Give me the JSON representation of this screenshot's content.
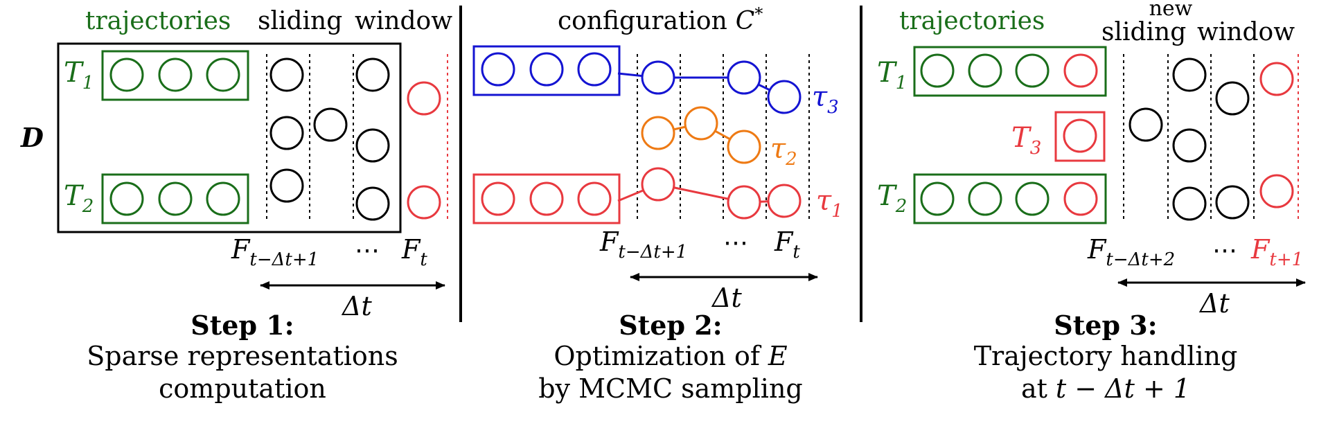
{
  "panel1": {
    "header_left": "trajectories",
    "header_mid": "sliding",
    "header_right": "window",
    "dict_label": "D",
    "t1": "T",
    "t1_sub": "1",
    "t2": "T",
    "t2_sub": "2",
    "frame_start": "F",
    "frame_start_sub": "t−Δt+1",
    "ellipsis": "⋯",
    "frame_end": "F",
    "frame_end_sub": "t",
    "delta": "Δt",
    "step_title": "Step 1:",
    "step_line1": "Sparse representations",
    "step_line2": "computation"
  },
  "panel2": {
    "header": "configuration",
    "header_symbol": "C",
    "header_symbol_sup": "*",
    "tau3": "τ",
    "tau3_sub": "3",
    "tau2": "τ",
    "tau2_sub": "2",
    "tau1": "τ",
    "tau1_sub": "1",
    "frame_start": "F",
    "frame_start_sub": "t−Δt+1",
    "ellipsis": "⋯",
    "frame_end": "F",
    "frame_end_sub": "t",
    "delta": "Δt",
    "step_title": "Step 2:",
    "step_line1": "Optimization of",
    "step_line1_symbol": "E",
    "step_line2": "by MCMC sampling"
  },
  "panel3": {
    "header_left": "trajectories",
    "header_new": "new",
    "header_mid": "sliding",
    "header_right": "window",
    "t1": "T",
    "t1_sub": "1",
    "t3": "T",
    "t3_sub": "3",
    "t2": "T",
    "t2_sub": "2",
    "frame_start": "F",
    "frame_start_sub": "t−Δt+2",
    "ellipsis": "⋯",
    "frame_end": "F",
    "frame_end_sub": "t+1",
    "delta": "Δt",
    "step_title": "Step 3:",
    "step_line1": "Trajectory handling",
    "step_line2_prefix": "at",
    "step_line2_expr": "t − Δt + 1"
  },
  "colors": {
    "green": "#1a6e1a",
    "red": "#e8393f",
    "blue": "#1414d2",
    "orange": "#ee7a14",
    "black": "#000000"
  }
}
